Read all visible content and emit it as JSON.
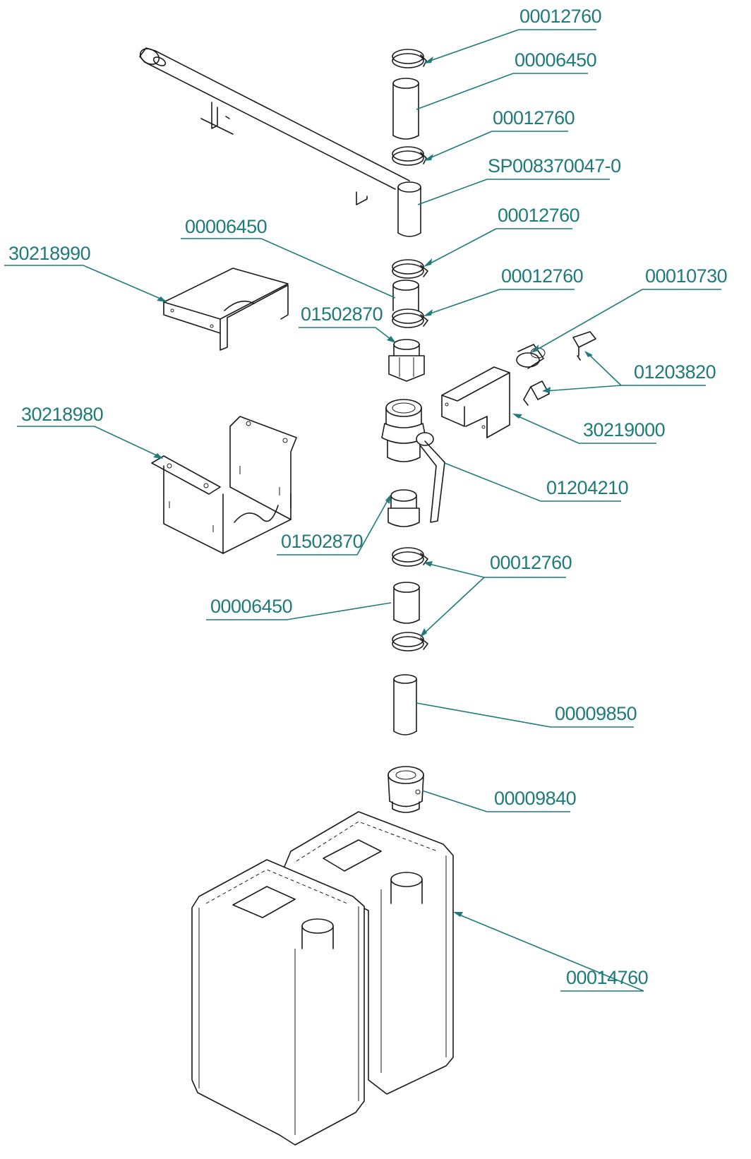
{
  "diagram": {
    "callouts": [
      {
        "id": "c1",
        "label": "00012760"
      },
      {
        "id": "c2",
        "label": "00006450"
      },
      {
        "id": "c3",
        "label": "00012760"
      },
      {
        "id": "c4",
        "label": "SP008370047-0"
      },
      {
        "id": "c5",
        "label": "00012760"
      },
      {
        "id": "c6",
        "label": "00006450"
      },
      {
        "id": "c7",
        "label": "30218990"
      },
      {
        "id": "c8",
        "label": "00012760"
      },
      {
        "id": "c9",
        "label": "00010730"
      },
      {
        "id": "c10",
        "label": "01502870"
      },
      {
        "id": "c11",
        "label": "01203820"
      },
      {
        "id": "c12",
        "label": "30218980"
      },
      {
        "id": "c13",
        "label": "30219000"
      },
      {
        "id": "c14",
        "label": "01204210"
      },
      {
        "id": "c15",
        "label": "01502870"
      },
      {
        "id": "c16",
        "label": "00012760"
      },
      {
        "id": "c17",
        "label": "00006450"
      },
      {
        "id": "c18",
        "label": "00009850"
      },
      {
        "id": "c19",
        "label": "00009840"
      },
      {
        "id": "c20",
        "label": "00014760"
      }
    ],
    "colors": {
      "callout": "#1f7a7a",
      "line": "#1a1a1a",
      "background": "#ffffff"
    }
  }
}
